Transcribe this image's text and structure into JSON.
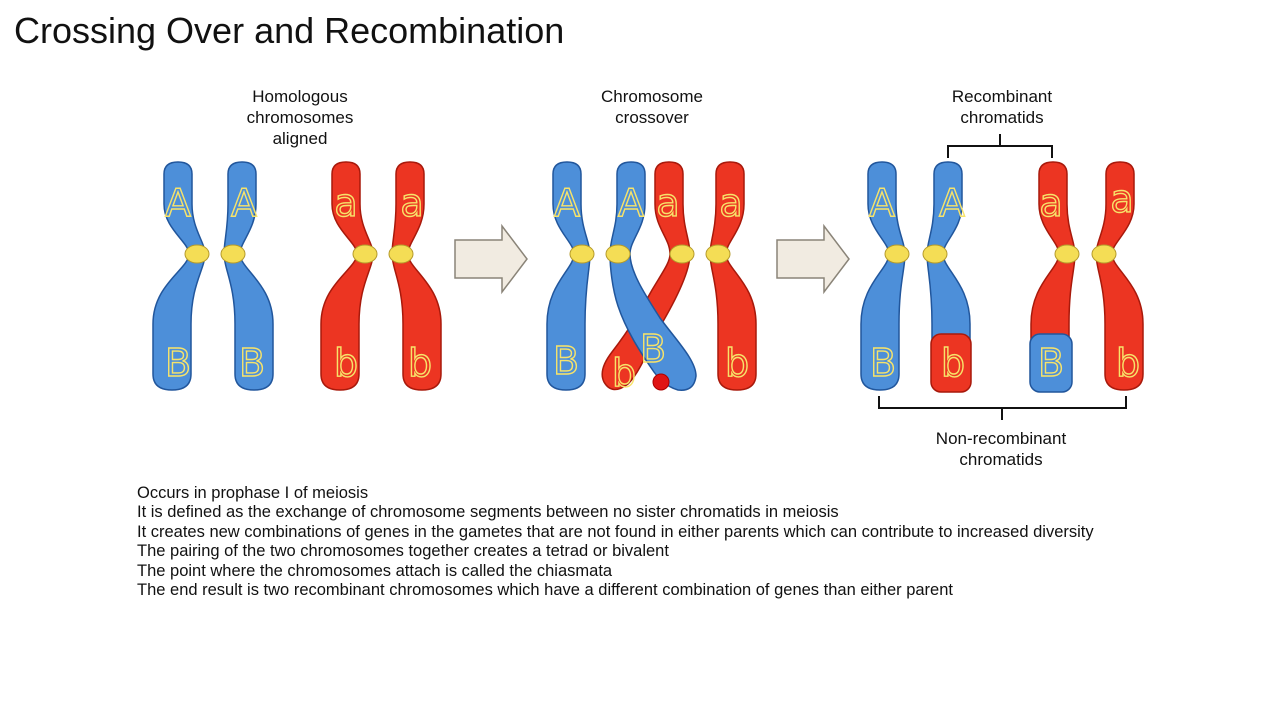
{
  "slide": {
    "title": "Crossing Over and Recombination"
  },
  "colors": {
    "blue": "#4d8fd9",
    "blue_stroke": "#21569c",
    "red": "#ec3522",
    "red_stroke": "#a8190b",
    "centromere": "#f4dd55",
    "arrow_fill": "#f1ebe1",
    "allele_text": "#f7e36a"
  },
  "diagram": {
    "stages": [
      {
        "caption": "Homologous\nchromosomes\naligned"
      },
      {
        "caption": "Chromosome\ncrossover"
      },
      {
        "caption": "Recombinant\nchromatids"
      }
    ],
    "bracket_label": "Non-recombinant\nchromatids",
    "alleles": {
      "dominant_top": "A",
      "recessive_top": "a",
      "dominant_bottom": "B",
      "recessive_bottom": "b"
    },
    "icons": [
      "right-arrow-icon",
      "right-arrow-icon"
    ]
  },
  "notes": [
    "Occurs in prophase I of meiosis",
    "It is defined as the exchange of chromosome segments between no sister chromatids in meiosis",
    "It creates new combinations of genes in the gametes that are not found in either parents which can contribute to increased diversity",
    "The pairing of the two chromosomes together creates a tetrad or bivalent",
    "The point where the chromosomes attach is called the chiasmata",
    "The end result is two recombinant chromosomes which have a different combination of genes than either parent"
  ]
}
